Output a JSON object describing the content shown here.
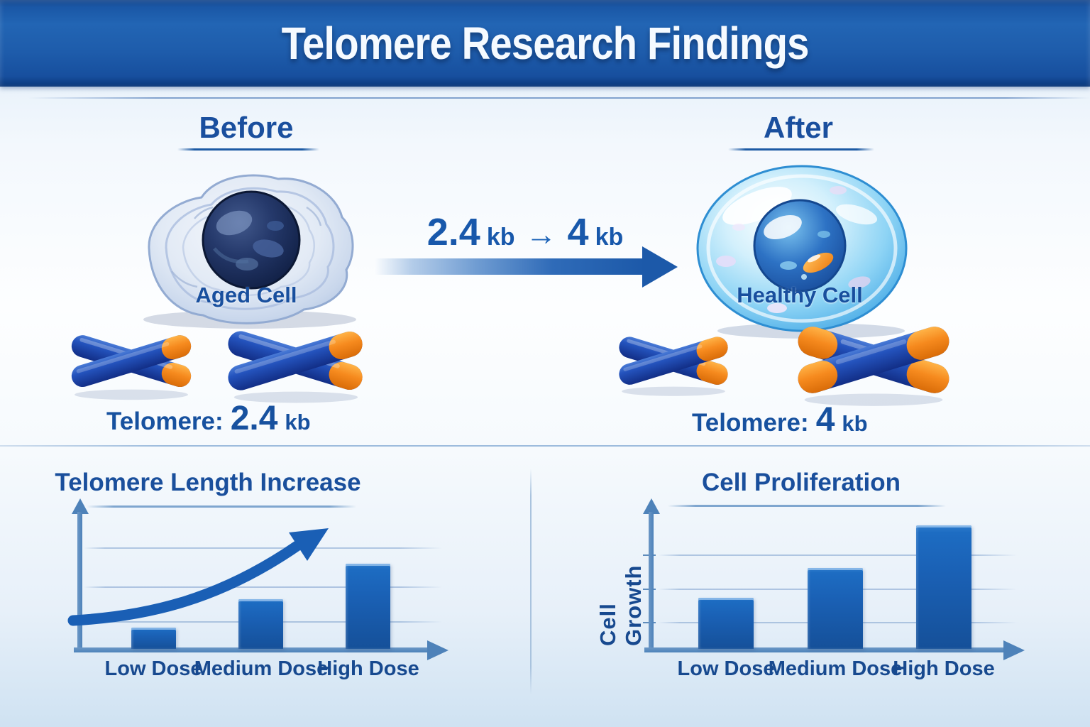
{
  "banner": {
    "title": "Telomere Research Findings"
  },
  "colors": {
    "banner_blue": "#1c57a8",
    "heading_text": "#1a4f9e",
    "bar_blue": "#1a60b4",
    "chromosome_blue": "#1f4cb0",
    "telomere_orange": "#f5861e",
    "axis_steel_blue": "#4e82b9"
  },
  "sections": {
    "before": {
      "heading": "Before",
      "cell_label": "Aged Cell",
      "telomere_prefix": "Telomere:",
      "telomere_value": "2.4",
      "telomere_unit": "kb"
    },
    "after": {
      "heading": "After",
      "cell_label": "Healthy Cell",
      "telomere_prefix": "Telomere:",
      "telomere_value": "4",
      "telomere_unit": "kb"
    },
    "transition": {
      "from_value": "2.4",
      "from_unit": "kb",
      "arrow_glyph": "→",
      "to_value": "4",
      "to_unit": "kb"
    }
  },
  "icons": {
    "transition_arrow": "right-arrow",
    "trend_annotation": "upward-curve-arrow"
  },
  "chart_data": [
    {
      "type": "bar",
      "title": "Telomere Length Increase",
      "categories": [
        "Low Dose",
        "Medium Dose",
        "High Dose"
      ],
      "values": [
        15,
        35,
        60
      ],
      "xlabel": "",
      "ylabel": "",
      "ylim": [
        0,
        100
      ],
      "grid": true,
      "legend": "none",
      "annotations": [
        "upward curved trend arrow"
      ]
    },
    {
      "type": "bar",
      "title": "Cell Proliferation",
      "categories": [
        "Low Dose",
        "Medium Dose",
        "High Dose"
      ],
      "values": [
        36,
        57,
        87
      ],
      "xlabel": "",
      "ylabel": "Cell Growth",
      "ylim": [
        0,
        100
      ],
      "grid": true,
      "legend": "none"
    }
  ]
}
